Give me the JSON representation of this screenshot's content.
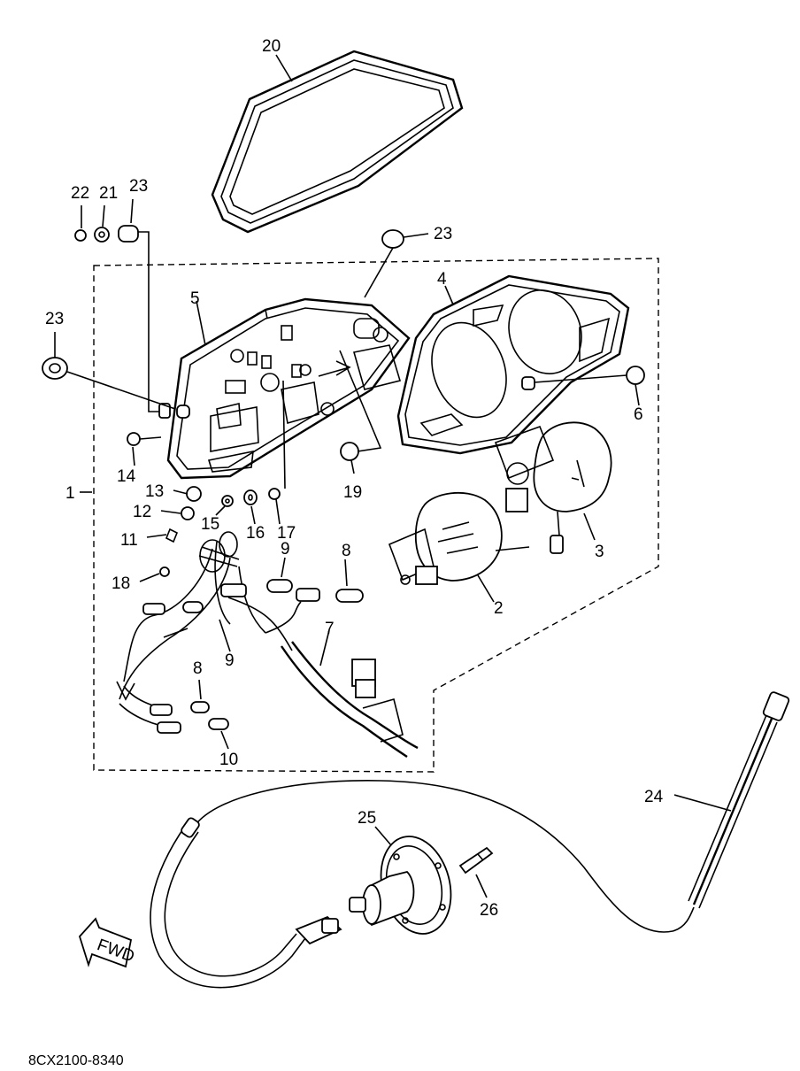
{
  "diagram": {
    "part_code": "8CX2100-8340",
    "fwd_label": "FWD",
    "callouts": {
      "c1": "1",
      "c2": "2",
      "c3": "3",
      "c4": "4",
      "c5": "5",
      "c6": "6",
      "c7": "7",
      "c8a": "8",
      "c8b": "8",
      "c9a": "9",
      "c9b": "9",
      "c10": "10",
      "c11": "11",
      "c12": "12",
      "c13": "13",
      "c14": "14",
      "c15": "15",
      "c16": "16",
      "c17": "17",
      "c18": "18",
      "c19": "19",
      "c20": "20",
      "c21": "21",
      "c22": "22",
      "c23a": "23",
      "c23b": "23",
      "c23c": "23",
      "c24": "24",
      "c25": "25",
      "c26": "26"
    }
  }
}
